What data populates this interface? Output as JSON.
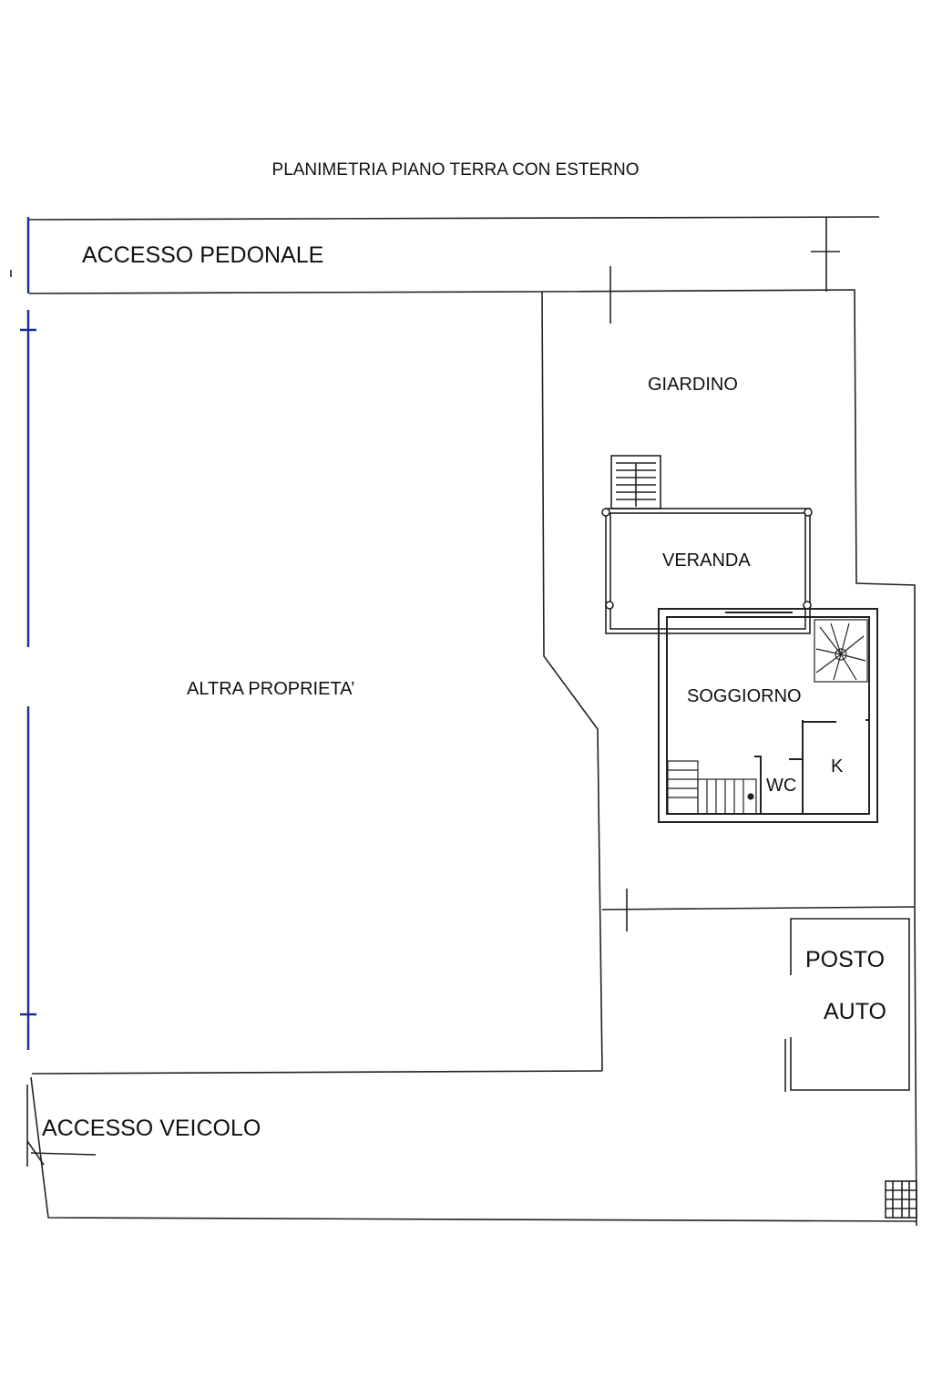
{
  "title": "PLANIMETRIA PIANO TERRA CON ESTERNO",
  "labels": {
    "accesso_pedonale": "ACCESSO PEDONALE",
    "giardino": "GIARDINO",
    "veranda": "VERANDA",
    "altra_proprieta": "ALTRA PROPRIETA’",
    "soggiorno": "SOGGIORNO",
    "wc": "WC",
    "k": "K",
    "posto": "POSTO",
    "auto": "AUTO",
    "accesso_veicolo": "ACCESSO VEICOLO"
  },
  "colors": {
    "line": "#222222",
    "blue_boundary": "#1a2a9a"
  }
}
